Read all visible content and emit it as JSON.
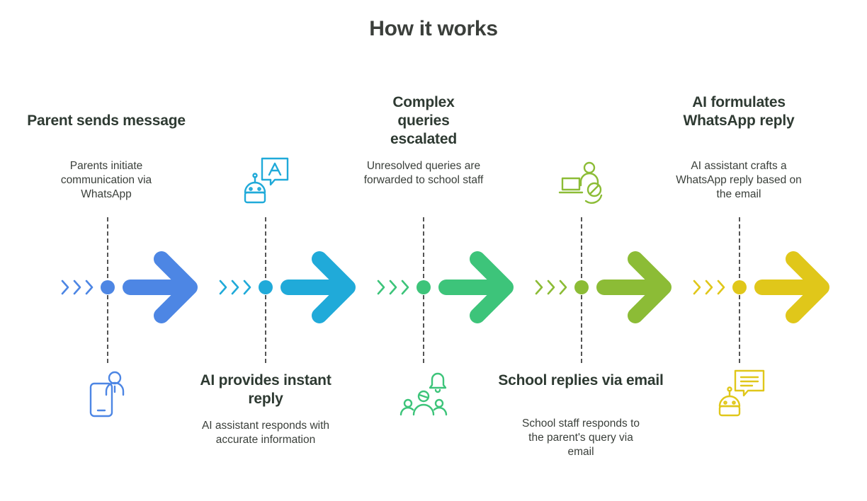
{
  "title": "How it works",
  "steps": [
    {
      "heading": "Parent sends message",
      "description": "Parents initiate communication via WhatsApp",
      "color": "#4d86e4",
      "icon": "person-phone-icon",
      "position": "top"
    },
    {
      "heading": "AI provides instant reply",
      "description": "AI assistant responds with accurate information",
      "color": "#20aad9",
      "icon": "robot-chat-icon",
      "position": "bottom"
    },
    {
      "heading": "Complex queries escalated",
      "description": "Unresolved queries are forwarded to school staff",
      "color": "#3dc47a",
      "icon": "group-bell-icon",
      "position": "top"
    },
    {
      "heading": "School replies via email",
      "description": "School staff responds to the parent's query via email",
      "color": "#8cbc36",
      "icon": "staff-laptop-icon",
      "position": "bottom"
    },
    {
      "heading": "AI formulates WhatsApp reply",
      "description": "AI assistant crafts a WhatsApp reply based on the email",
      "color": "#e0c71a",
      "icon": "robot-message-icon",
      "position": "top"
    }
  ]
}
